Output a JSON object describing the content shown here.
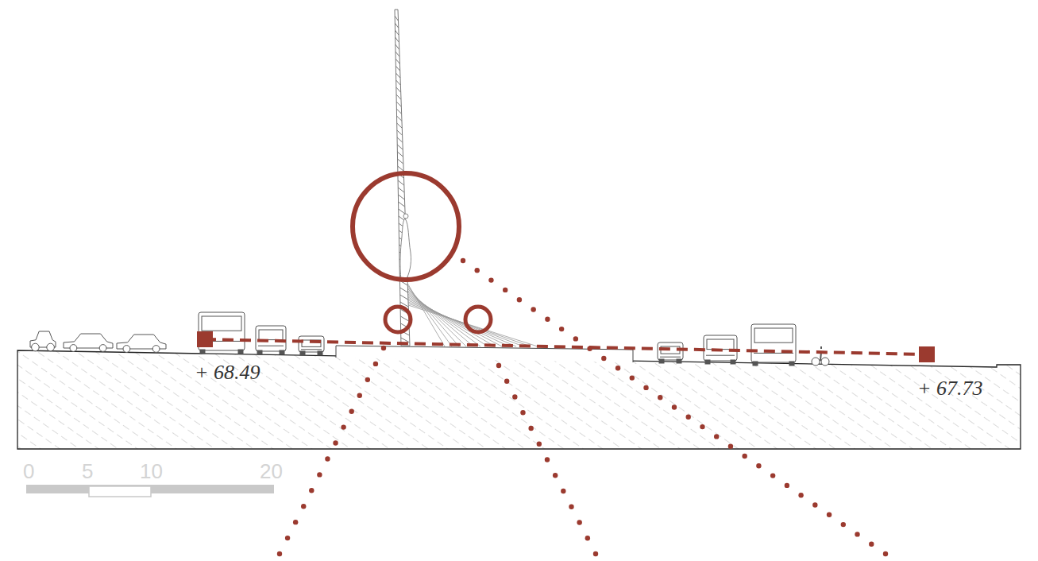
{
  "diagram": {
    "labels": [
      "+ 68.49",
      "+ 67.73",
      "0",
      "5",
      "10",
      "20"
    ]
  }
}
